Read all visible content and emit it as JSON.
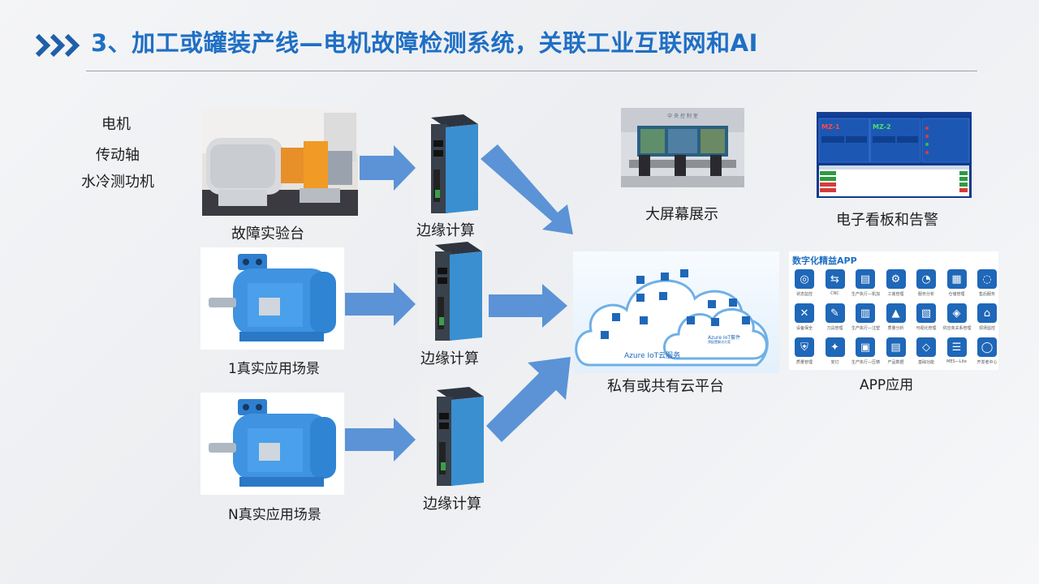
{
  "slide": {
    "title": "3、加工或罐装产线—电机故障检测系统，关联工业互联网和AI"
  },
  "bench": {
    "labels": [
      "电机",
      "传动轴",
      "水冷测功机"
    ],
    "caption": "故障实验台"
  },
  "scenes": [
    {
      "caption": "1真实应用场景"
    },
    {
      "caption": "N真实应用场景"
    }
  ],
  "edge": {
    "captions": [
      "边缘计算",
      "边缘计算",
      "边缘计算"
    ]
  },
  "display": {
    "big_screen_caption": "大屏幕展示",
    "big_screen_sign": "中 央 控 制 室",
    "kanban_caption": "电子看板和告警",
    "kanban_cards": [
      "MZ-1",
      "MZ-2"
    ]
  },
  "cloud": {
    "caption": "私有或共有云平台",
    "service_label": "Azure IoT云服务",
    "suite_label": "Azure IoT套件",
    "suite_sub": "预配置解决方案"
  },
  "app": {
    "panel_title": "数字化精益APP",
    "caption": "APP应用",
    "items": [
      "状态监控",
      "CNC",
      "生产执行—机加",
      "工装管理",
      "服务分析",
      "仓储管理",
      "售后服务",
      "设备保全",
      "刀具管理",
      "生产执行—注塑",
      "质量分析",
      "可视化管理",
      "供应商关系管理",
      "现场监控",
      "质量管理",
      "安灯",
      "生产执行—压铸",
      "产品数据",
      "基础功能",
      "MES—Lite",
      "开发者中心"
    ]
  },
  "colors": {
    "title": "#1f6fc4",
    "arrow": "#5b93d6",
    "motor": "#3f93e0",
    "app_icon": "#1f67b8"
  }
}
